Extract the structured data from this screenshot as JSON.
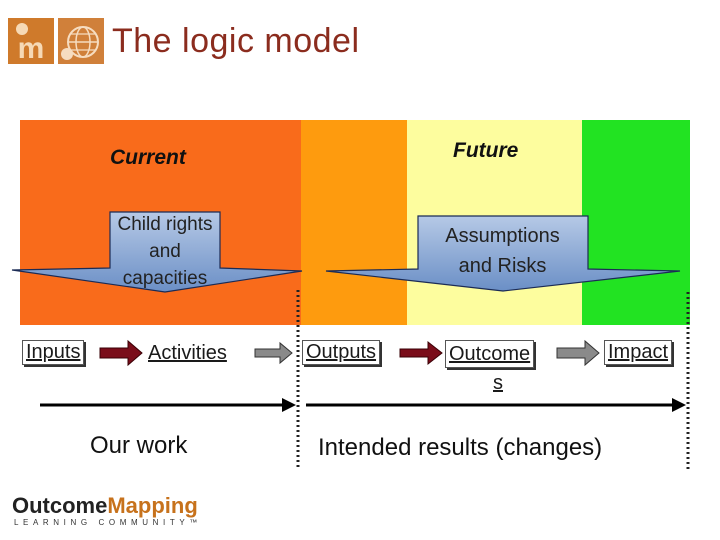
{
  "header": {
    "title": "The logic model",
    "logo_letter": "m"
  },
  "colors": {
    "title": "#8b2c1e",
    "band_current": "#f96b1b",
    "band_outputs": "#fe9b0e",
    "band_outcomes": "#fdfd9e",
    "band_impact": "#22e322",
    "connector": "#7a0d1a",
    "brand_accent": "#c7721c"
  },
  "diagram": {
    "current_label": "Current",
    "future_label": "Future",
    "callout_left": [
      "Child rights",
      "and",
      "capacities"
    ],
    "callout_right": [
      "Assumptions",
      "and Risks"
    ],
    "stages": [
      "Inputs",
      "Activities",
      "Outputs",
      "Outcome",
      "s",
      "Impact"
    ],
    "our_work": "Our work",
    "intended": "Intended results (changes)"
  },
  "footer": {
    "brand_part1": "Outcome",
    "brand_part2": "Mapping",
    "sub": "LEARNING COMMUNITY",
    "tm": "™"
  }
}
